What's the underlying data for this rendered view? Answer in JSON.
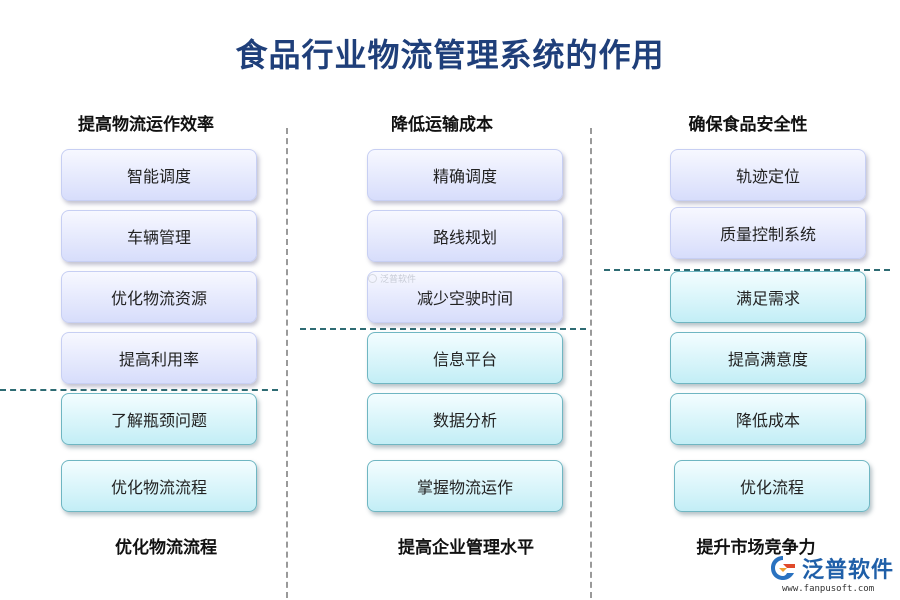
{
  "title": "食品行业物流管理系统的作用",
  "columns": [
    {
      "header": "提高物流运作效率",
      "footer": "优化物流流程",
      "items": [
        "智能调度",
        "车辆管理",
        "优化物流资源",
        "提高利用率",
        "了解瓶颈问题",
        "优化物流流程"
      ]
    },
    {
      "header": "降低运输成本",
      "footer": "提高企业管理水平",
      "items": [
        "精确调度",
        "路线规划",
        "减少空驶时间",
        "信息平台",
        "数据分析",
        "掌握物流运作"
      ]
    },
    {
      "header": "确保食品安全性",
      "footer": "提升市场竞争力",
      "items": [
        "轨迹定位",
        "质量控制系统",
        "满足需求",
        "提高满意度",
        "降低成本",
        "优化流程"
      ]
    }
  ],
  "watermark_small": "泛普软件",
  "logo": {
    "name": "泛普软件",
    "url": "www.fanpusoft.com",
    "icon": "fanpu-logo-icon",
    "color": "#1f5fa8"
  },
  "colors": {
    "title": "#1f3f7a",
    "upper_box": "#d7ddfb",
    "lower_box": "#c3eef6",
    "lower_box_border": "#6fb6c2",
    "divider_teal": "#2e6b73"
  }
}
